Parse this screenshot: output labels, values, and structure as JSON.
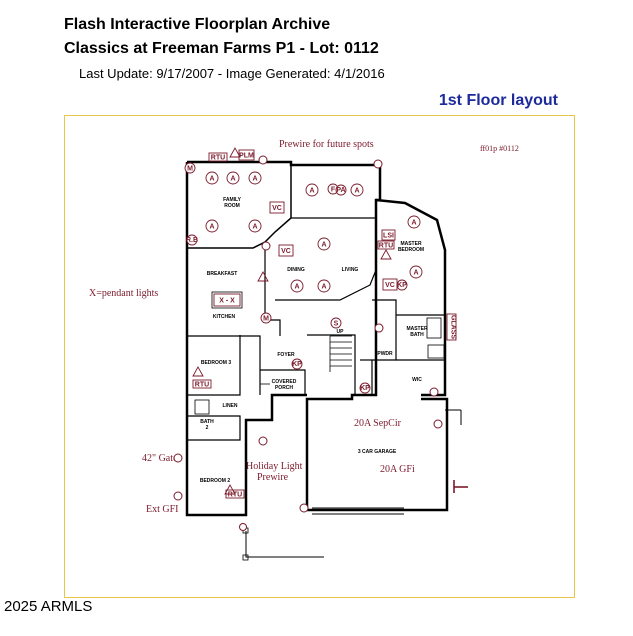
{
  "header": {
    "title_line1": "Flash Interactive Floorplan Archive",
    "title_line2": "Classics at Freeman Farms P1 - Lot: 0112",
    "update_line": "Last Update: 9/17/2007 - Image Generated: 4/1/2016",
    "layout_label": "1st Floor layout"
  },
  "footer": {
    "copyright": "2025 ARMLS"
  },
  "plan": {
    "code": "ff01p #0112",
    "annotations": {
      "prewire_spots": "Prewire for future spots",
      "pendant_lights": "X=pendant lights",
      "gate": "42\" Gate",
      "holiday_light_line1": "Holiday Light",
      "holiday_light_line2": "Prewire",
      "ext_gfi": "Ext GFI",
      "sepcir": "20A SepCir",
      "gfi": "20A GFi"
    },
    "rooms": {
      "family_room_line1": "FAMILY",
      "family_room_line2": "ROOM",
      "breakfast": "BREAKFAST",
      "kitchen": "KITCHEN",
      "dining": "DINING",
      "living": "LIVING",
      "master_bedroom_line1": "MASTER",
      "master_bedroom_line2": "BEDROOM",
      "master_bath_line1": "MASTER",
      "master_bath_line2": "BATH",
      "pwdr": "PWDR",
      "wic": "WIC",
      "bedroom3": "BEDROOM 3",
      "foyer": "FOYER",
      "covered_porch_line1": "COVERED",
      "covered_porch_line2": "PORCH",
      "bath2_line1": "BATH",
      "bath2_line2": "2",
      "linen": "LINEN",
      "bedroom2": "BEDROOM 2",
      "garage": "3 CAR GARAGE",
      "up": "UP"
    },
    "symbols": {
      "outlet": "A",
      "ceiling_fan": "F",
      "pa": "PA",
      "rtu": "RTU",
      "vc": "VC",
      "kp": "KP",
      "lsi": "LSI",
      "pendant_pair": "X - X",
      "music": "M",
      "smoke": "S",
      "plm": "PLM",
      "glass": "GLASS",
      "rb": "R.B"
    },
    "colors": {
      "annotation": "#7b1a2b",
      "frame": "#e8c64a",
      "layout_label": "#1c2a9c"
    }
  }
}
